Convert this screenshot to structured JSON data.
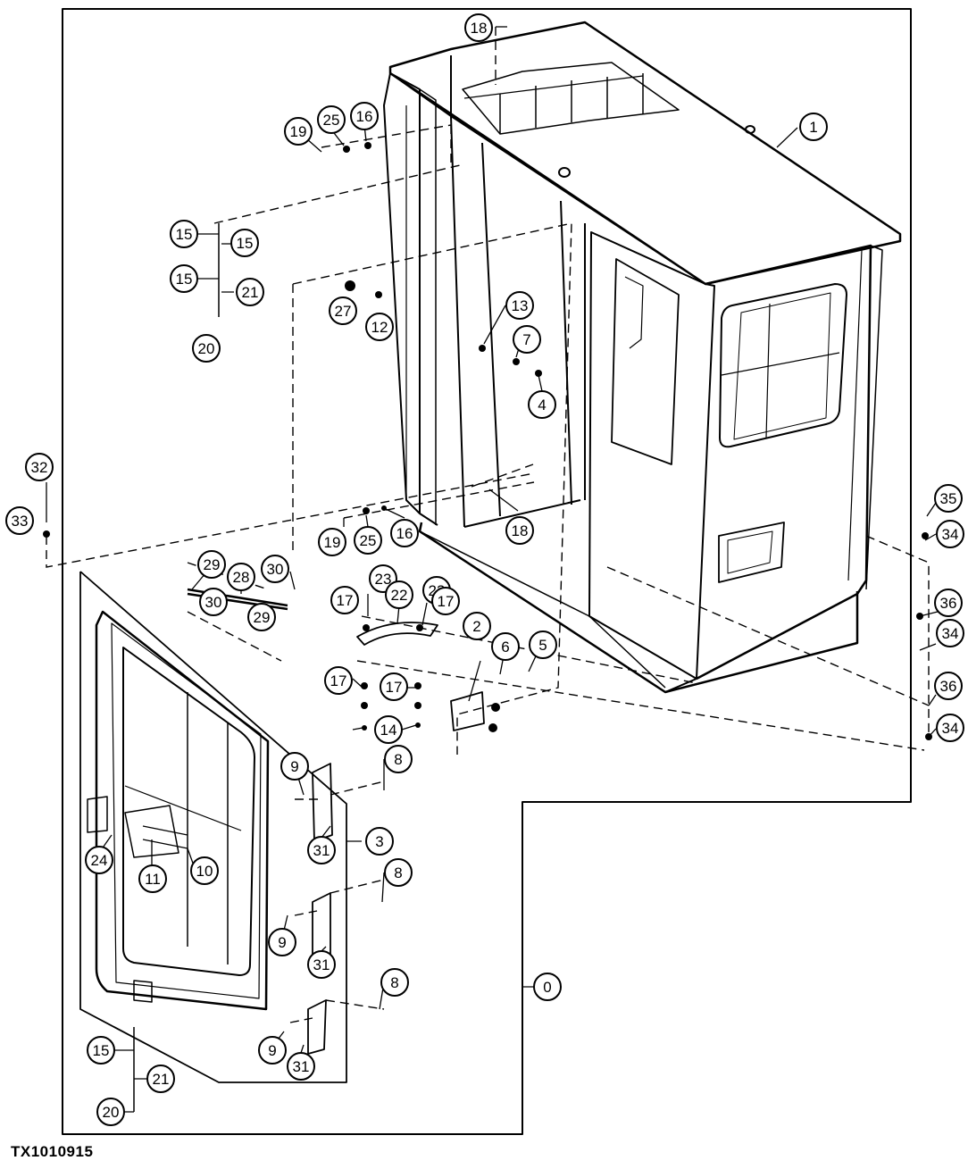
{
  "figure_id": "TX1010915",
  "callouts": [
    {
      "id": "c1",
      "label": "1"
    },
    {
      "id": "c0",
      "label": "0"
    },
    {
      "id": "c18a",
      "label": "18"
    },
    {
      "id": "c19a",
      "label": "19"
    },
    {
      "id": "c25a",
      "label": "25"
    },
    {
      "id": "c16a",
      "label": "16"
    },
    {
      "id": "c15a",
      "label": "15"
    },
    {
      "id": "c15b",
      "label": "15"
    },
    {
      "id": "c15c",
      "label": "15"
    },
    {
      "id": "c21a",
      "label": "21"
    },
    {
      "id": "c20a",
      "label": "20"
    },
    {
      "id": "c27",
      "label": "27"
    },
    {
      "id": "c12",
      "label": "12"
    },
    {
      "id": "c13",
      "label": "13"
    },
    {
      "id": "c7",
      "label": "7"
    },
    {
      "id": "c4",
      "label": "4"
    },
    {
      "id": "c32",
      "label": "32"
    },
    {
      "id": "c33",
      "label": "33"
    },
    {
      "id": "c19b",
      "label": "19"
    },
    {
      "id": "c25b",
      "label": "25"
    },
    {
      "id": "c16b",
      "label": "16"
    },
    {
      "id": "c18b",
      "label": "18"
    },
    {
      "id": "c35",
      "label": "35"
    },
    {
      "id": "c34a",
      "label": "34"
    },
    {
      "id": "c29a",
      "label": "29"
    },
    {
      "id": "c28",
      "label": "28"
    },
    {
      "id": "c30a",
      "label": "30"
    },
    {
      "id": "c30b",
      "label": "30"
    },
    {
      "id": "c29b",
      "label": "29"
    },
    {
      "id": "c23a",
      "label": "23"
    },
    {
      "id": "c23b",
      "label": "23"
    },
    {
      "id": "c17a",
      "label": "17"
    },
    {
      "id": "c22",
      "label": "22"
    },
    {
      "id": "c17b",
      "label": "17"
    },
    {
      "id": "c2",
      "label": "2"
    },
    {
      "id": "c6",
      "label": "6"
    },
    {
      "id": "c5",
      "label": "5"
    },
    {
      "id": "c36a",
      "label": "36"
    },
    {
      "id": "c34b",
      "label": "34"
    },
    {
      "id": "c17c",
      "label": "17"
    },
    {
      "id": "c17d",
      "label": "17"
    },
    {
      "id": "c14",
      "label": "14"
    },
    {
      "id": "c36b",
      "label": "36"
    },
    {
      "id": "c34c",
      "label": "34"
    },
    {
      "id": "c9a",
      "label": "9"
    },
    {
      "id": "c8a",
      "label": "8"
    },
    {
      "id": "c3",
      "label": "3"
    },
    {
      "id": "c24",
      "label": "24"
    },
    {
      "id": "c31a",
      "label": "31"
    },
    {
      "id": "c10",
      "label": "10"
    },
    {
      "id": "c11",
      "label": "11"
    },
    {
      "id": "c8b",
      "label": "8"
    },
    {
      "id": "c9b",
      "label": "9"
    },
    {
      "id": "c31b",
      "label": "31"
    },
    {
      "id": "c8c",
      "label": "8"
    },
    {
      "id": "c9c",
      "label": "9"
    },
    {
      "id": "c31c",
      "label": "31"
    },
    {
      "id": "c15d",
      "label": "15"
    },
    {
      "id": "c21b",
      "label": "21"
    },
    {
      "id": "c20b",
      "label": "20"
    }
  ]
}
